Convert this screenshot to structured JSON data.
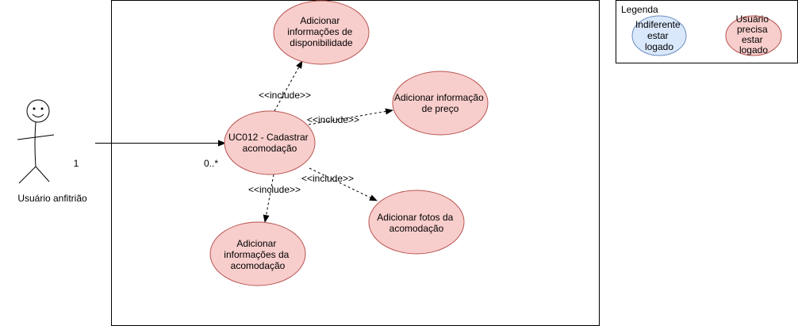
{
  "actor": {
    "label": "Usuário anfitrião"
  },
  "association": {
    "actor_multiplicity": "1",
    "usecase_multiplicity": "0..*"
  },
  "use_cases": {
    "main": {
      "lines": [
        "UC012 - Cadastrar",
        "acomodação"
      ]
    },
    "disponibilidade": {
      "lines": [
        "Adicionar",
        "informações de",
        "disponibilidade"
      ]
    },
    "preco": {
      "lines": [
        "Adicionar informação",
        "de preço"
      ]
    },
    "fotos": {
      "lines": [
        "Adicionar fotos da",
        "acomodação"
      ]
    },
    "informacoes": {
      "lines": [
        "Adicionar",
        "informações da",
        "acomodação"
      ]
    }
  },
  "relations": {
    "include_disponibilidade": "<<include>>",
    "include_preco": "<<include>>",
    "include_fotos": "<<include>>",
    "include_informacoes": "<<include>>"
  },
  "legend": {
    "title": "Legenda",
    "indiferente": {
      "lines": [
        "Indiferente",
        "estar",
        "logado"
      ]
    },
    "logado": {
      "lines": [
        "Usuário",
        "precisa",
        "estar",
        "logado"
      ]
    }
  },
  "colors": {
    "logged_fill": "#f8cecc",
    "logged_stroke": "#b85450",
    "neutral_fill": "#dae8fc",
    "neutral_stroke": "#6c8ebf"
  }
}
